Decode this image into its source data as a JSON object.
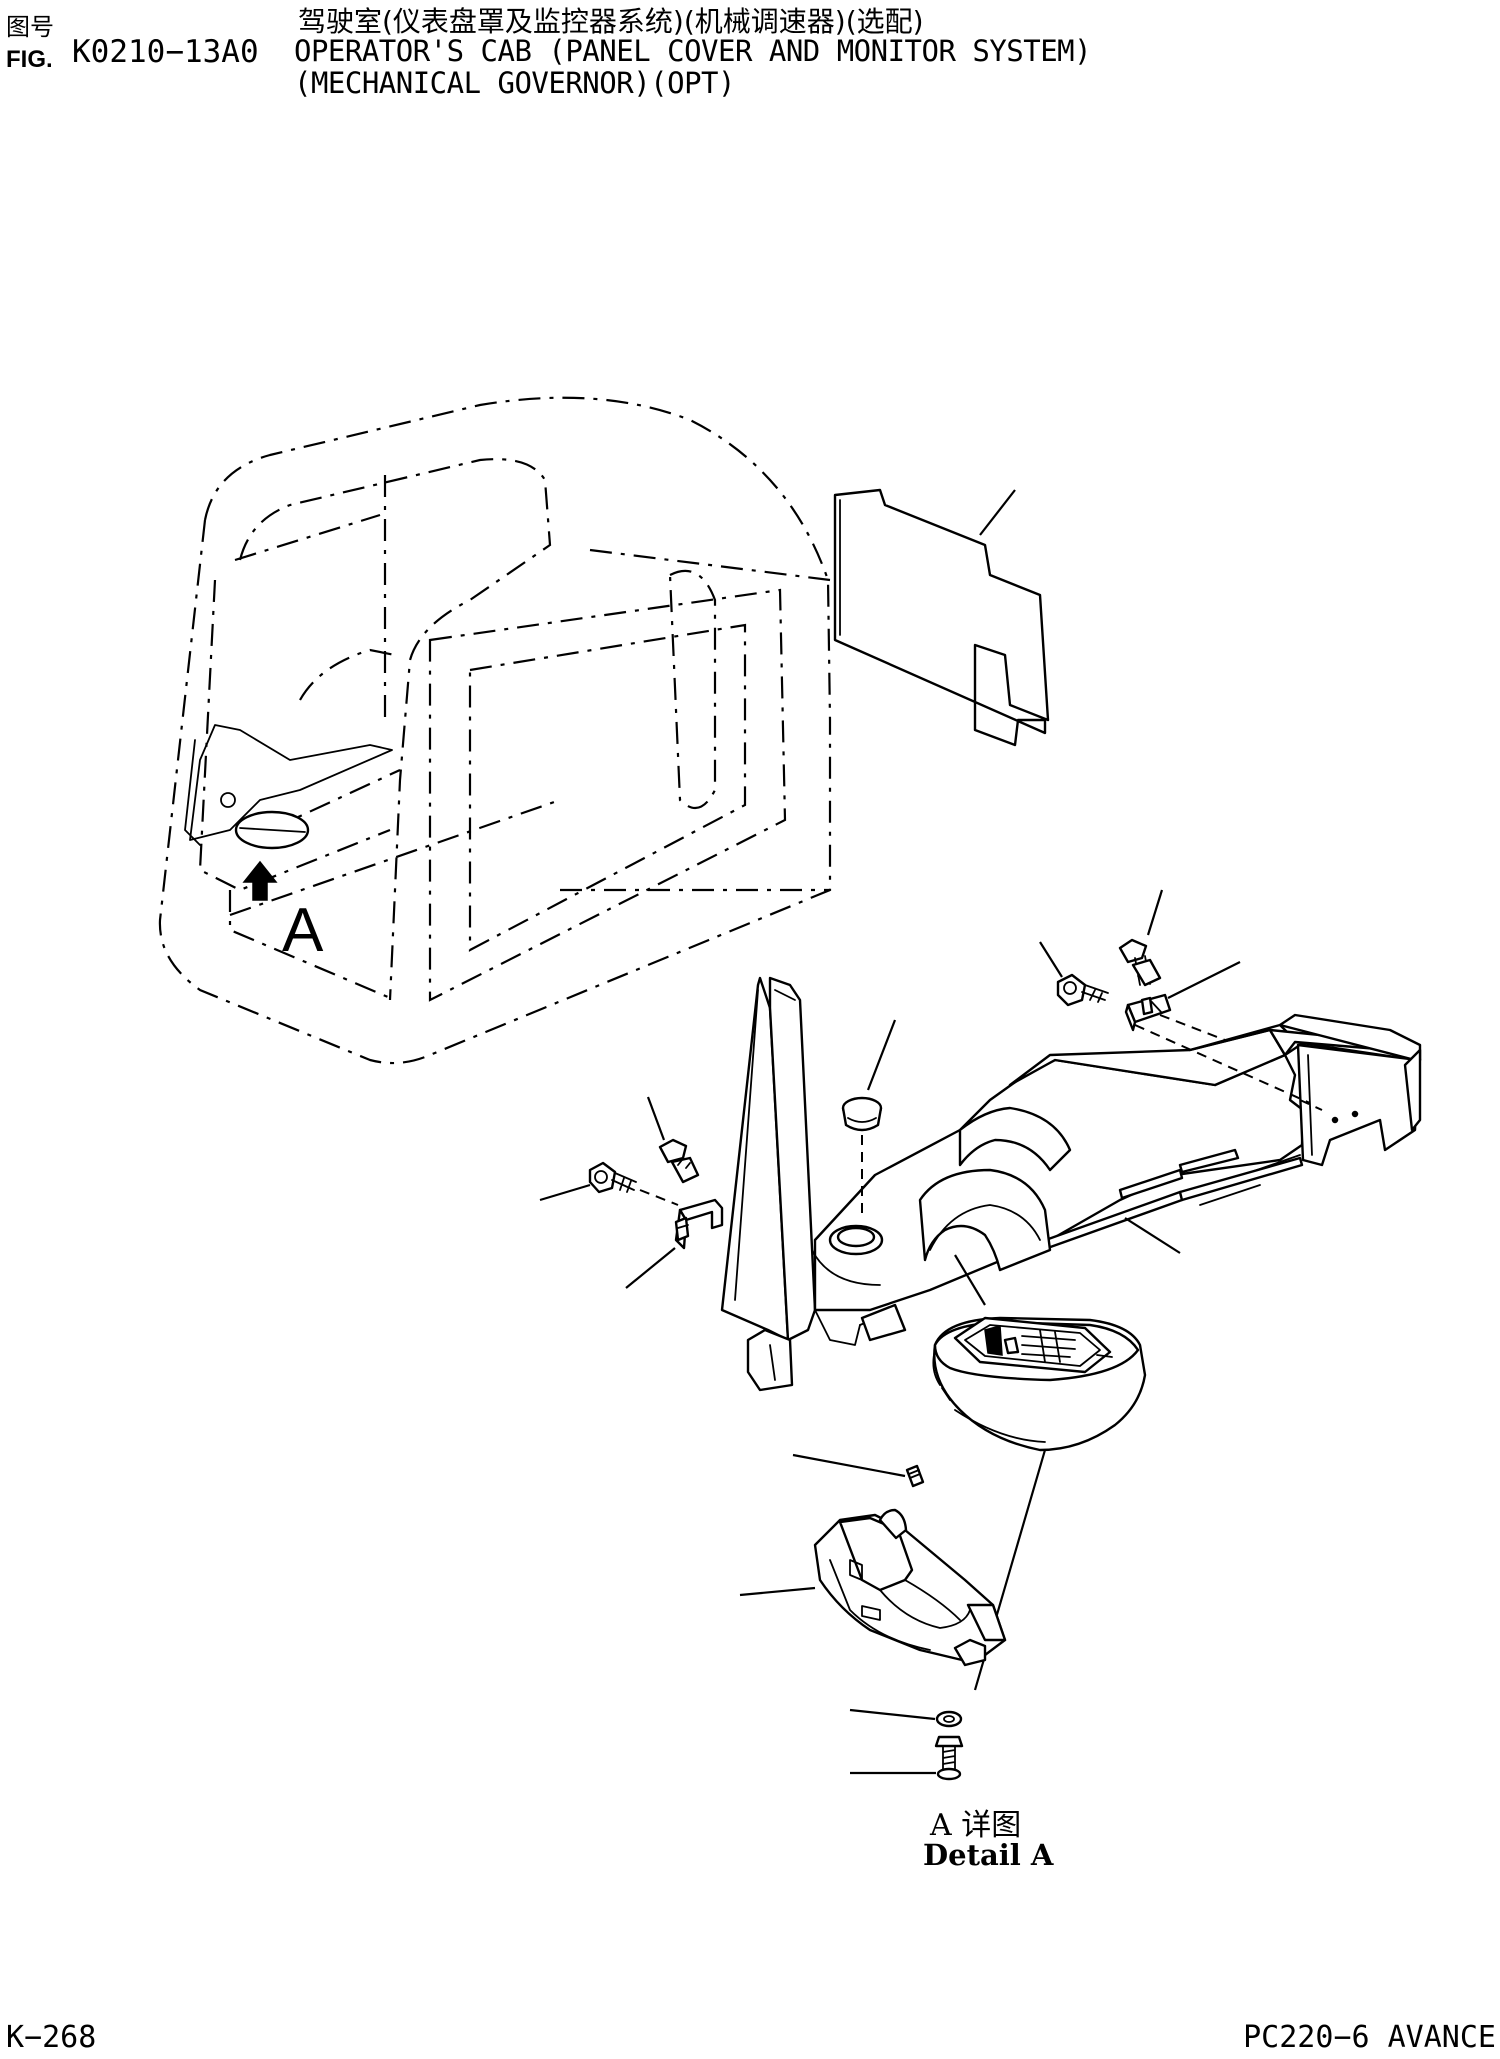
{
  "header": {
    "fig_label_cn": "图号",
    "fig_label_en": "FIG.",
    "fig_code": "K0210−13A0",
    "title_cn": "驾驶室(仪表盘罩及监控器系统)(机械调速器)(选配)",
    "title_en_line1": "OPERATOR'S CAB (PANEL COVER AND MONITOR SYSTEM)",
    "title_en_line2": "(MECHANICAL GOVERNOR)(OPT)"
  },
  "diagram": {
    "view_callout": "A",
    "detail_label_cn": "A 详图",
    "detail_label_en": "Detail A"
  },
  "footer": {
    "page_code": "K−268",
    "model": "PC220−6 AVANCE"
  }
}
